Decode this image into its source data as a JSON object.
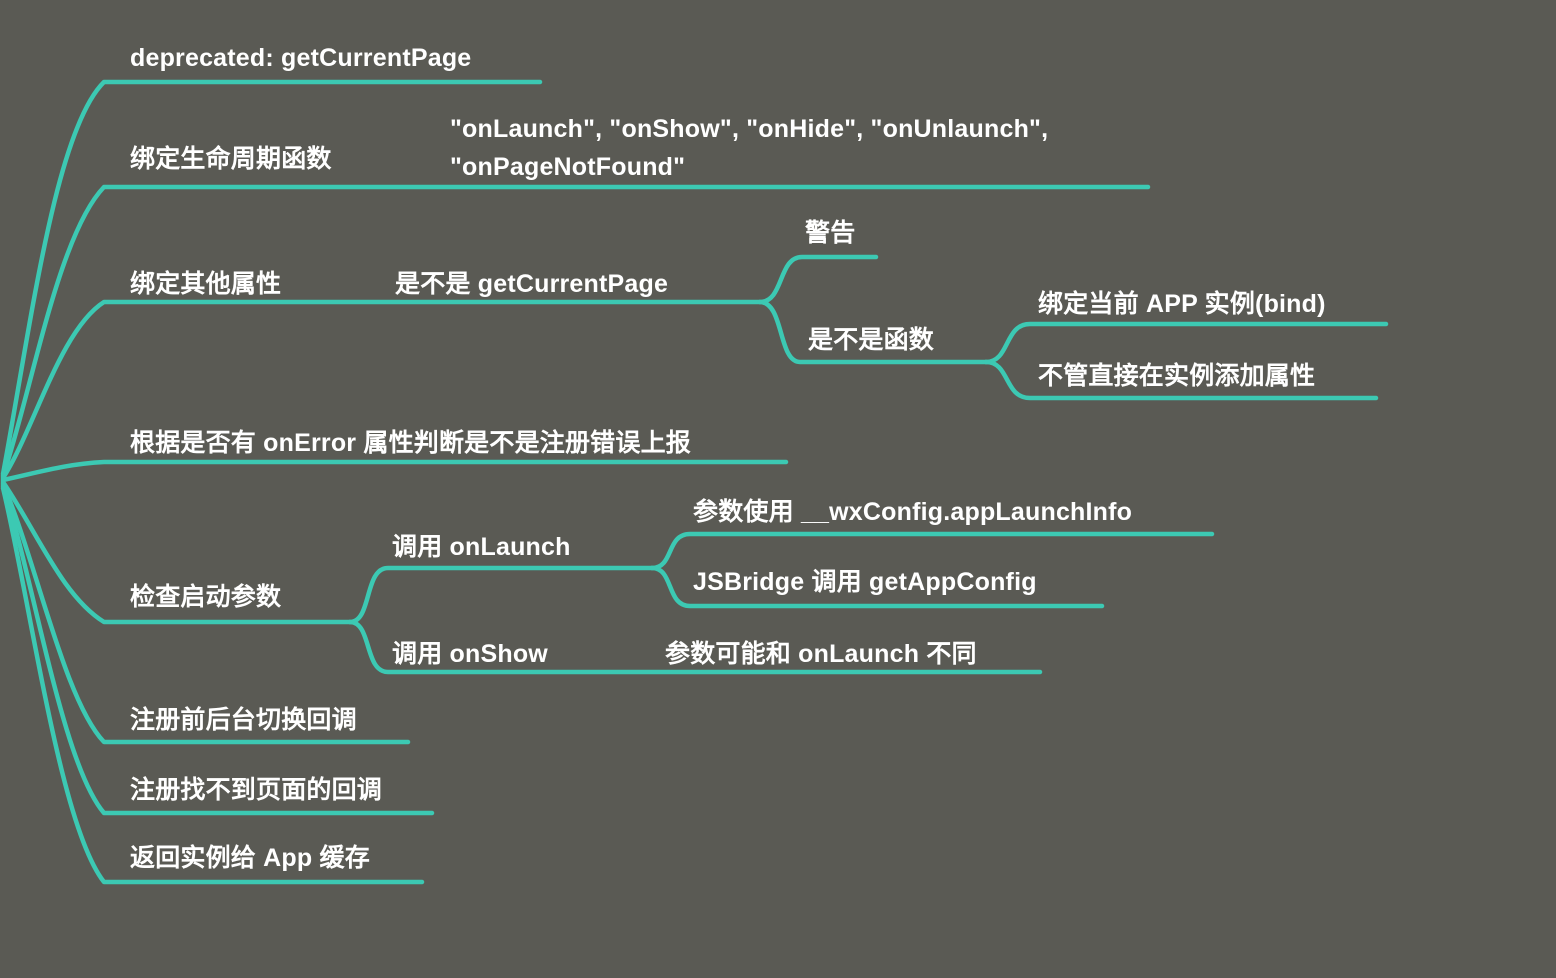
{
  "colors": {
    "background": "#5a5a54",
    "accent": "#3cc9b3",
    "text": "#ffffff"
  },
  "nodes": {
    "deprecated": "deprecated: getCurrentPage",
    "bind_lifecycle": "绑定生命周期函数",
    "lifecycle_list": "\"onLaunch\", \"onShow\", \"onHide\", \"onUnlaunch\", \"onPageNotFound\"",
    "bind_other": "绑定其他属性",
    "is_getcurrentpage": "是不是 getCurrentPage",
    "warning": "警告",
    "is_function": "是不是函数",
    "bind_app_instance": "绑定当前 APP 实例(bind)",
    "add_property_directly": "不管直接在实例添加属性",
    "on_error_check": "根据是否有 onError 属性判断是不是注册错误上报",
    "check_launch_params": "检查启动参数",
    "call_onlaunch": "调用 onLaunch",
    "param_wxconfig": "参数使用 __wxConfig.appLaunchInfo",
    "jsbridge_getappconfig": "JSBridge 调用 getAppConfig",
    "call_onshow": "调用 onShow",
    "param_may_differ": "参数可能和 onLaunch 不同",
    "register_fg_bg_callback": "注册前后台切换回调",
    "register_page_not_found": "注册找不到页面的回调",
    "return_instance_cache": "返回实例给 App 缓存"
  }
}
